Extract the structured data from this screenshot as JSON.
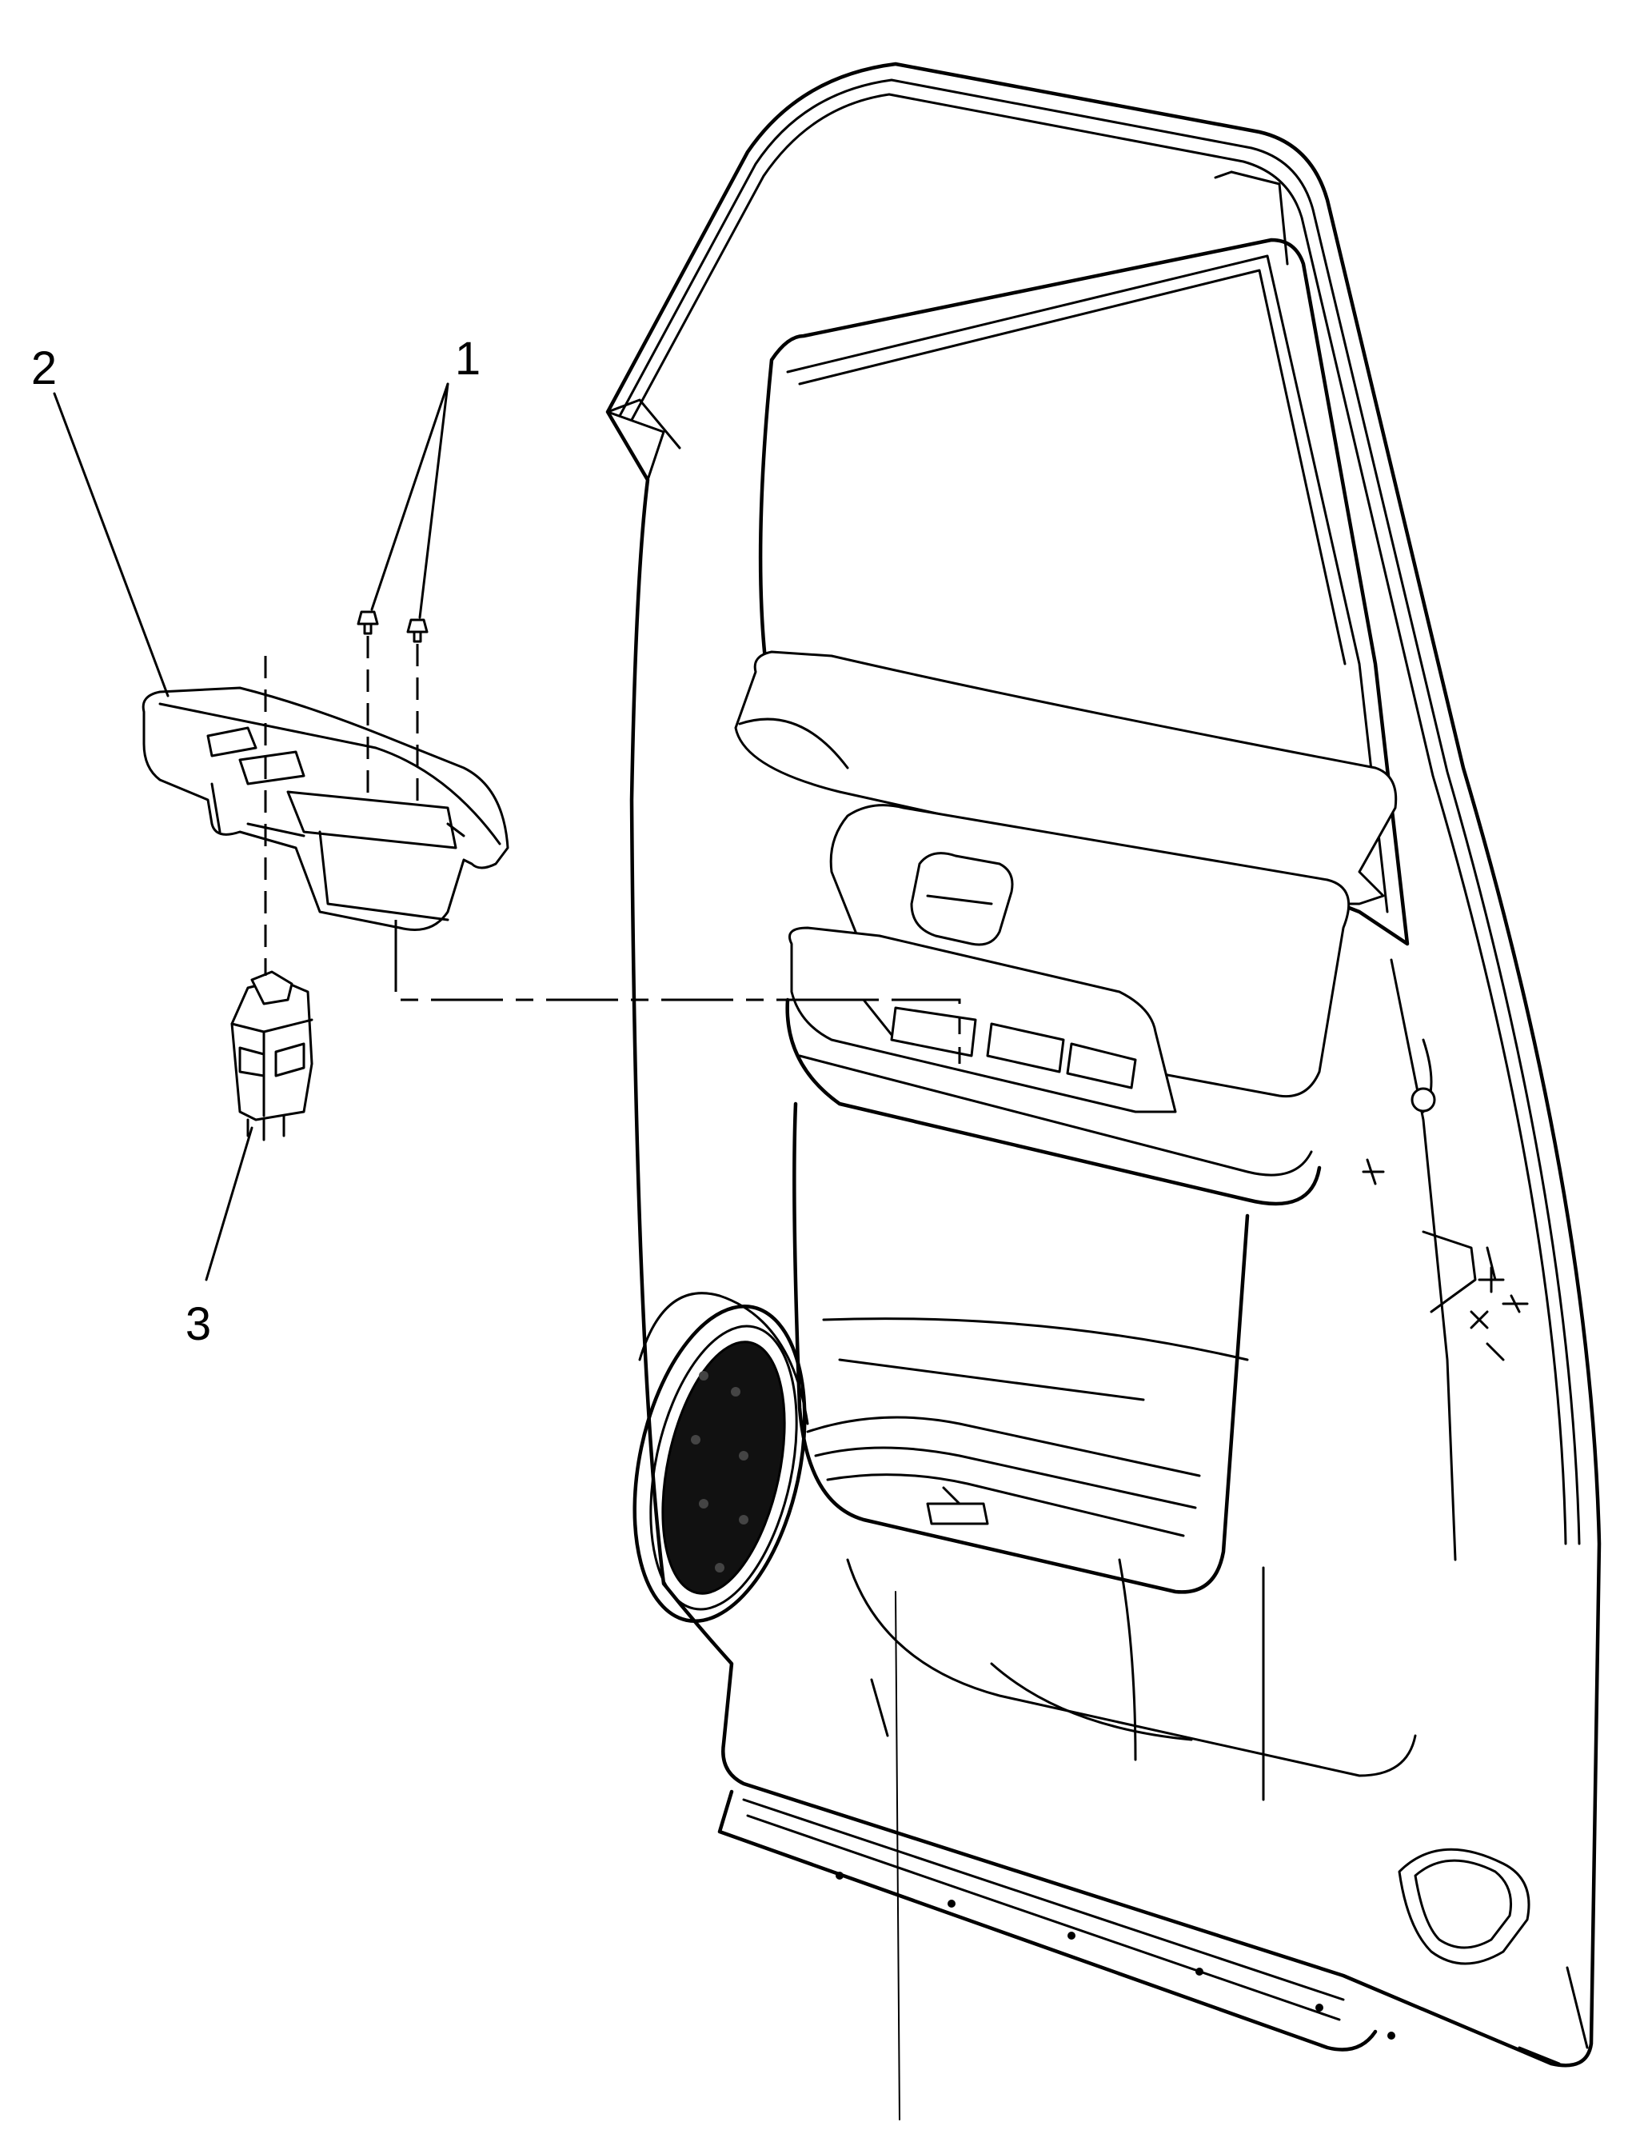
{
  "callouts": {
    "c1": "1",
    "c2": "2",
    "c3": "3"
  },
  "colors": {
    "line": "#000000",
    "background": "#ffffff",
    "speaker_fill": "#111111"
  }
}
